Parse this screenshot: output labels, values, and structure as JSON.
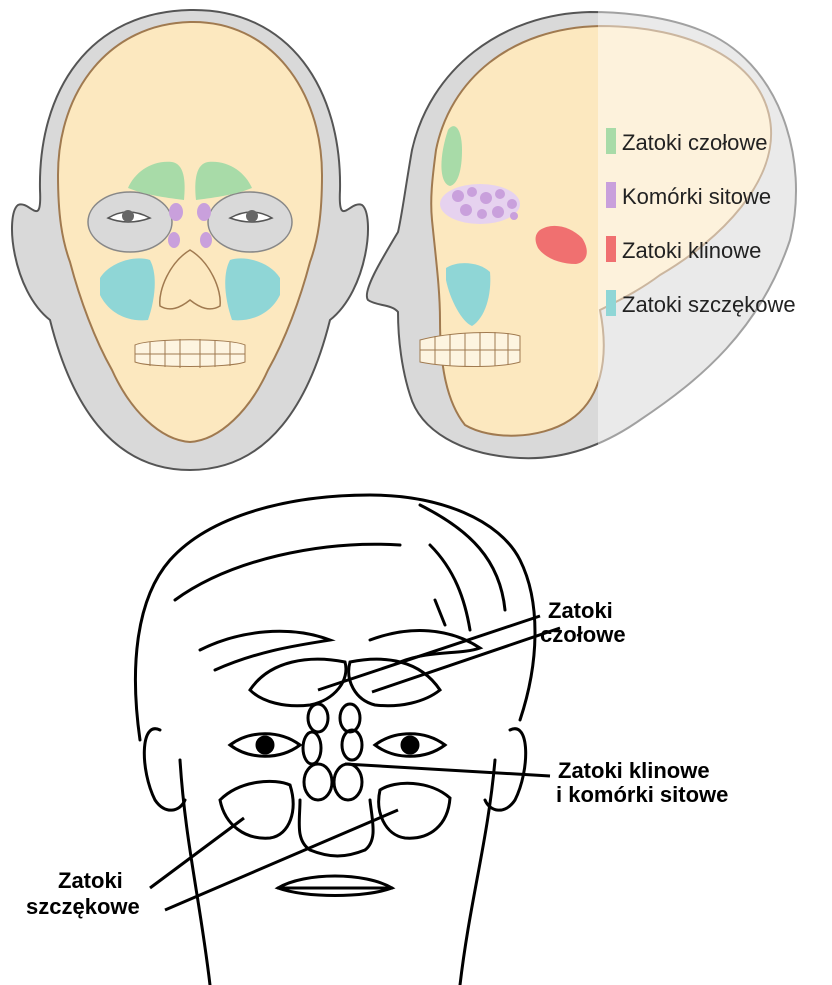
{
  "colors": {
    "frontal": "#a8dba8",
    "ethmoid": "#c9a0dc",
    "sphenoid": "#f07070",
    "maxillary": "#8fd6d6",
    "skull": "#fce8bf",
    "head_outline": "#d6d6d6",
    "line": "#000000"
  },
  "top": {
    "legend": [
      {
        "label": "Zatoki czołowe",
        "color": "#a8dba8"
      },
      {
        "label": "Komórki sitowe",
        "color": "#c9a0dc"
      },
      {
        "label": "Zatoki klinowe",
        "color": "#f07070"
      },
      {
        "label": "Zatoki szczękowe",
        "color": "#8fd6d6"
      }
    ]
  },
  "bottom": {
    "labels": {
      "frontal_1": "Zatoki",
      "frontal_2": "czołowe",
      "sphenoid_1": "Zatoki klinowe",
      "sphenoid_2": "i komórki sitowe",
      "maxillary_1": "Zatoki",
      "maxillary_2": "szczękowe"
    }
  }
}
